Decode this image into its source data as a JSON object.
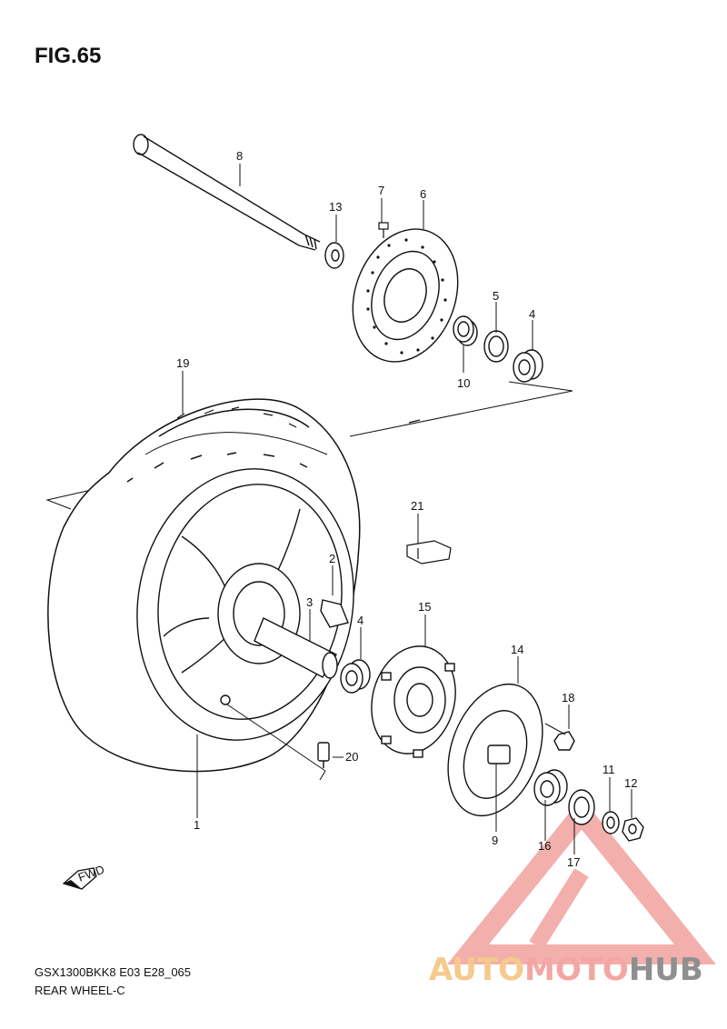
{
  "figure": {
    "title": "FIG.65"
  },
  "footer": {
    "model_code": "GSX1300BKK8 E03 E28_065",
    "section": "REAR WHEEL-C"
  },
  "fwd_badge": {
    "label": "FWD"
  },
  "watermark": {
    "part1": "AUTO",
    "part2": "MOTO",
    "part3": "HUB"
  },
  "callouts": [
    {
      "id": "c8",
      "label": "8"
    },
    {
      "id": "c13",
      "label": "13"
    },
    {
      "id": "c7",
      "label": "7"
    },
    {
      "id": "c6",
      "label": "6"
    },
    {
      "id": "c5",
      "label": "5"
    },
    {
      "id": "c4a",
      "label": "4"
    },
    {
      "id": "c10",
      "label": "10"
    },
    {
      "id": "c19",
      "label": "19"
    },
    {
      "id": "c21",
      "label": "21"
    },
    {
      "id": "c2",
      "label": "2"
    },
    {
      "id": "c3",
      "label": "3"
    },
    {
      "id": "c4b",
      "label": "4"
    },
    {
      "id": "c15",
      "label": "15"
    },
    {
      "id": "c14",
      "label": "14"
    },
    {
      "id": "c18",
      "label": "18"
    },
    {
      "id": "c20",
      "label": "20"
    },
    {
      "id": "c11",
      "label": "11"
    },
    {
      "id": "c12",
      "label": "12"
    },
    {
      "id": "c9",
      "label": "9"
    },
    {
      "id": "c16",
      "label": "16"
    },
    {
      "id": "c17",
      "label": "17"
    },
    {
      "id": "c1",
      "label": "1"
    }
  ]
}
